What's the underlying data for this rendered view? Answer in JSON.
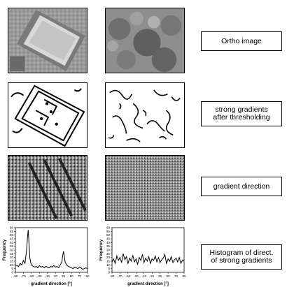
{
  "labels": {
    "ortho": "Ortho image",
    "gradients": [
      "strong gradients",
      "after thresholding"
    ],
    "direction": "gradient direction",
    "histogram": [
      "Histogram of direct.",
      "of strong gradients"
    ]
  },
  "colors": {
    "line": "#000000",
    "text": "#000000",
    "background": "#ffffff"
  },
  "chart_data": [
    {
      "type": "line",
      "xlabel": "gradient direction [°]",
      "ylabel": "Frequency",
      "xlim": [
        -90,
        90
      ],
      "ylim": [
        0,
        60
      ],
      "xticks": [
        -90,
        -70,
        -50,
        -30,
        -10,
        10,
        30,
        50,
        70,
        90
      ],
      "yticks": [
        0,
        5,
        10,
        15,
        20,
        25,
        30,
        35,
        40,
        45,
        50,
        55,
        60
      ],
      "series": [
        {
          "x": [
            -90,
            -86,
            -82,
            -78,
            -74,
            -70,
            -66,
            -62,
            -60,
            -58,
            -56,
            -54,
            -52,
            -50,
            -46,
            -42,
            -38,
            -34,
            -30,
            -26,
            -22,
            -18,
            -14,
            -10,
            -6,
            -2,
            2,
            6,
            10,
            14,
            18,
            22,
            26,
            28,
            30,
            32,
            34,
            38,
            42,
            46,
            50,
            54,
            58,
            62,
            66,
            70,
            74,
            78,
            82,
            86,
            90
          ],
          "y": [
            10,
            9,
            8,
            12,
            10,
            16,
            12,
            30,
            46,
            57,
            38,
            20,
            14,
            10,
            8,
            7,
            8,
            6,
            9,
            7,
            8,
            6,
            8,
            7,
            6,
            8,
            7,
            9,
            7,
            8,
            6,
            10,
            14,
            22,
            28,
            22,
            14,
            10,
            8,
            7,
            6,
            5,
            7,
            6,
            5,
            7,
            6,
            4,
            5,
            6,
            5
          ]
        }
      ]
    },
    {
      "type": "line",
      "xlabel": "gradient direction [°]",
      "ylabel": "Frequency",
      "xlim": [
        -90,
        90
      ],
      "ylim": [
        0,
        60
      ],
      "xticks": [
        -90,
        -70,
        -50,
        -30,
        -10,
        10,
        30,
        50,
        70,
        90
      ],
      "yticks": [
        0,
        5,
        10,
        15,
        20,
        25,
        30,
        35,
        40,
        45,
        50,
        55,
        60
      ],
      "series": [
        {
          "x": [
            -90,
            -86,
            -82,
            -78,
            -74,
            -70,
            -66,
            -62,
            -58,
            -54,
            -50,
            -46,
            -42,
            -38,
            -34,
            -30,
            -26,
            -22,
            -18,
            -14,
            -10,
            -6,
            -2,
            2,
            6,
            10,
            14,
            18,
            22,
            26,
            30,
            34,
            38,
            42,
            46,
            50,
            54,
            58,
            62,
            66,
            70,
            74,
            78,
            82,
            86,
            90
          ],
          "y": [
            14,
            18,
            12,
            22,
            16,
            20,
            13,
            25,
            17,
            21,
            12,
            19,
            15,
            23,
            14,
            18,
            11,
            20,
            16,
            24,
            13,
            19,
            15,
            21,
            12,
            18,
            16,
            22,
            14,
            20,
            13,
            17,
            19,
            24,
            12,
            18,
            15,
            21,
            13,
            17,
            19,
            14,
            20,
            12,
            16,
            15
          ]
        }
      ]
    }
  ]
}
